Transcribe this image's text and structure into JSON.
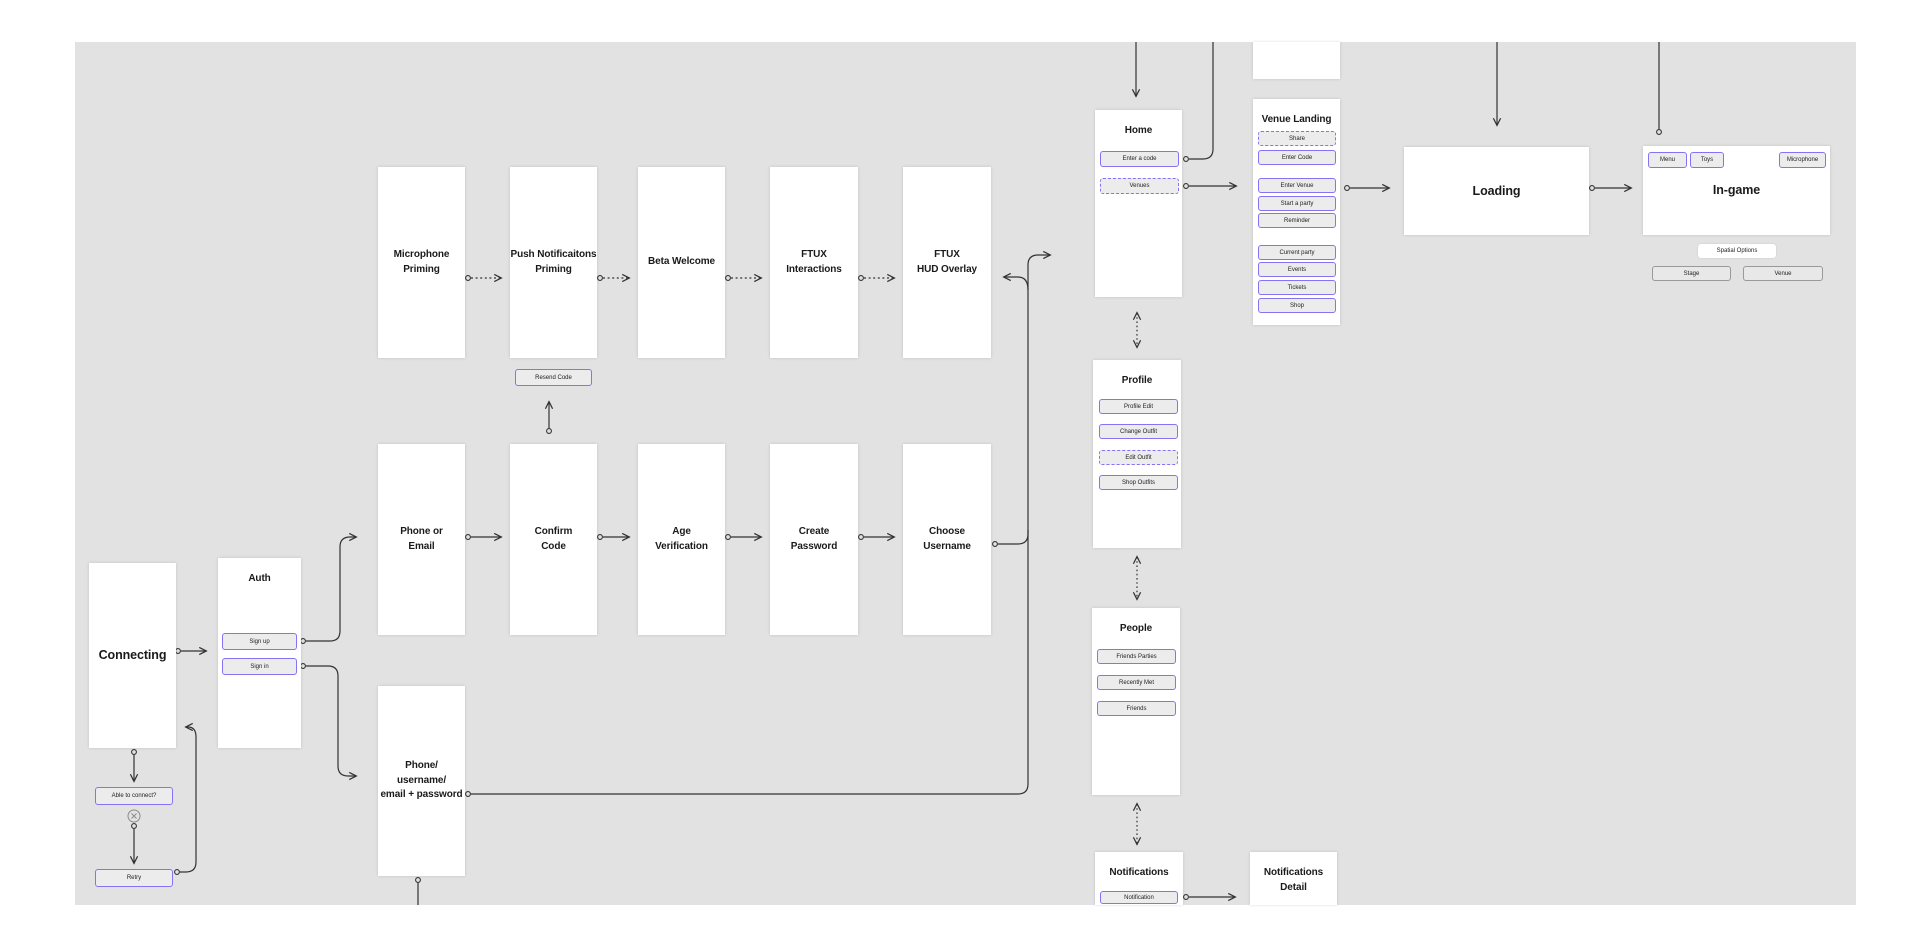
{
  "colors": {
    "canvas_bg": "#e2e2e2",
    "accent_purple": "#8474f4",
    "connector": "#333333",
    "node_bg": "#ffffff"
  },
  "screens": {
    "connecting": {
      "title": "Connecting"
    },
    "auth": {
      "title": "Auth",
      "sign_up": "Sign up",
      "sign_in": "Sign in"
    },
    "connection_check": {
      "able_to_connect": "Able to connect?",
      "retry": "Retry"
    },
    "microphone_priming": {
      "title": "Microphone\nPriming"
    },
    "push_notifications_priming": {
      "title": "Push Notificaitons\nPriming"
    },
    "beta_welcome": {
      "title": "Beta Welcome"
    },
    "ftux_interactions": {
      "title": "FTUX\nInteractions"
    },
    "ftux_hud_overlay": {
      "title": "FTUX\nHUD Overlay"
    },
    "phone_or_email": {
      "title": "Phone or\nEmail"
    },
    "confirm_code": {
      "title": "Confirm\nCode",
      "resend_code": "Resend Code"
    },
    "age_verification": {
      "title": "Age\nVerification"
    },
    "create_password": {
      "title": "Create\nPassword"
    },
    "choose_username": {
      "title": "Choose\nUsername"
    },
    "credentials": {
      "title": "Phone/\nusername/\nemail + password"
    },
    "home": {
      "title": "Home",
      "enter_a_code": "Enter a code",
      "venues": "Venues"
    },
    "venue_landing": {
      "title": "Venue Landing",
      "buttons": [
        "Share",
        "Enter Code",
        "Enter Venue",
        "Start a party",
        "Reminder",
        "Current party",
        "Events",
        "Tickets",
        "Shop"
      ]
    },
    "loading": {
      "title": "Loading"
    },
    "in_game": {
      "title": "In-game",
      "menu": "Menu",
      "toys": "Toys",
      "microphone": "Microphone",
      "spatial_options": "Spatial Options",
      "stage": "Stage",
      "venue": "Venue"
    },
    "profile": {
      "title": "Profile",
      "buttons": [
        "Profile Edit",
        "Change Outfit",
        "Edit Outfit",
        "Shop Outfits"
      ]
    },
    "people": {
      "title": "People",
      "buttons": [
        "Friends Parties",
        "Recently Met",
        "Friends"
      ]
    },
    "notifications": {
      "title": "Notifications",
      "button": "Notification"
    },
    "notifications_detail": {
      "title": "Notifications\nDetail"
    }
  }
}
